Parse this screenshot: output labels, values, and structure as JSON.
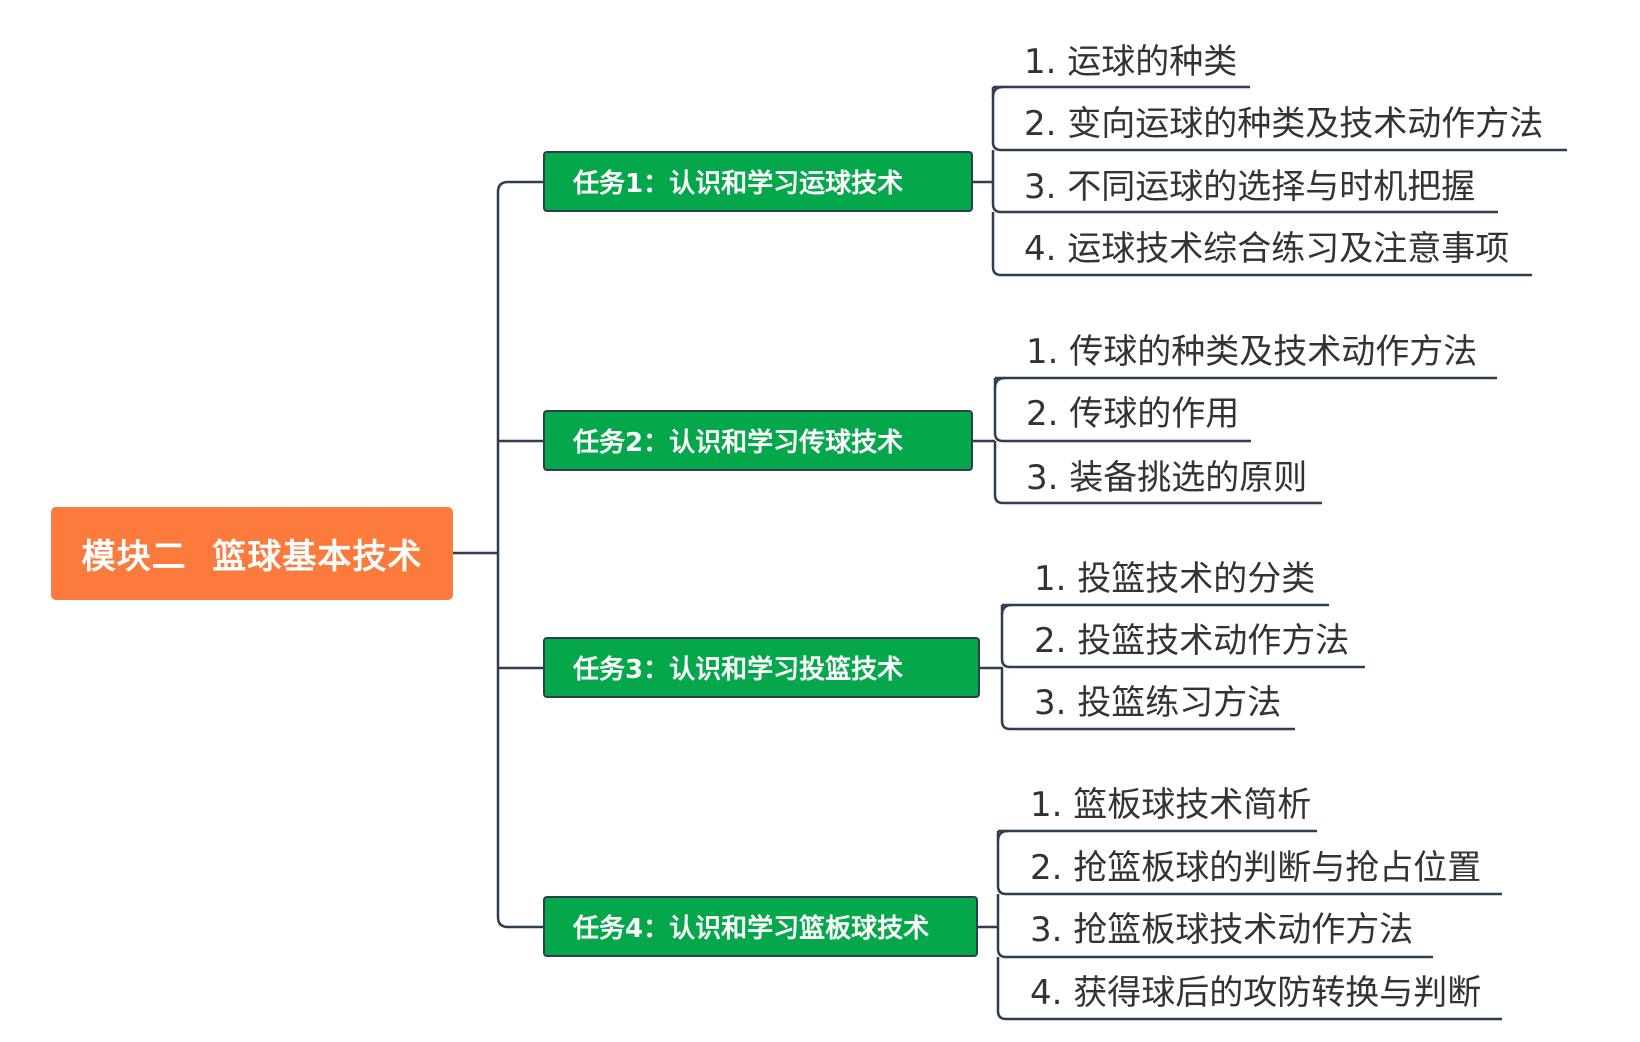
{
  "root": {
    "label": "模块二  篮球基本技术"
  },
  "colors": {
    "root": "#fb7a3c",
    "task": "#04a84a",
    "line": "#2c3e50"
  },
  "tasks": [
    {
      "label": "任务1：认识和学习运球技术",
      "items": [
        "1. 运球的种类",
        "2. 变向运球的种类及技术动作方法",
        "3. 不同运球的选择与时机把握",
        "4. 运球技术综合练习及注意事项"
      ]
    },
    {
      "label": "任务2：认识和学习传球技术",
      "items": [
        "1. 传球的种类及技术动作方法",
        "2. 传球的作用",
        "3. 装备挑选的原则"
      ]
    },
    {
      "label": "任务3：认识和学习投篮技术",
      "items": [
        "1. 投篮技术的分类",
        "2. 投篮技术动作方法",
        "3. 投篮练习方法"
      ]
    },
    {
      "label": "任务4：认识和学习篮板球技术",
      "items": [
        "1. 篮板球技术简析",
        "2. 抢篮板球的判断与抢占位置",
        "3. 抢篮板球技术动作方法",
        "4. 获得球后的攻防转换与判断"
      ]
    }
  ]
}
